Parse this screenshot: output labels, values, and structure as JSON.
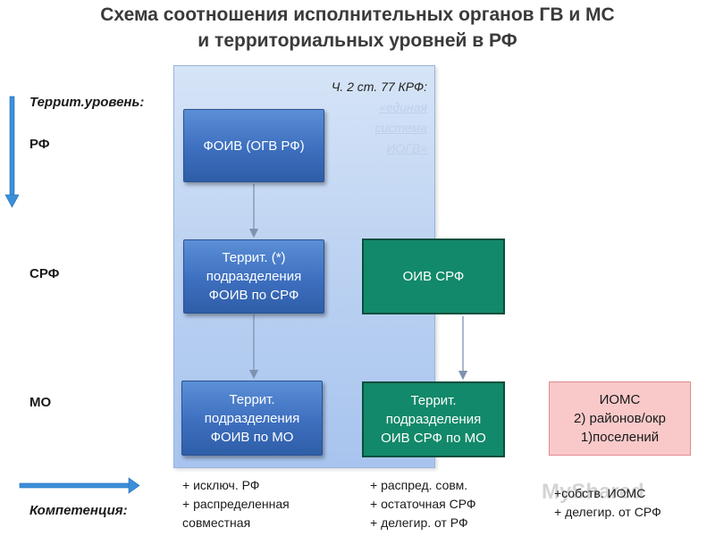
{
  "title": {
    "line1": "Схема соотношения исполнительных органов ГВ и МС",
    "line2": "и территориальных уровней в РФ"
  },
  "levels": {
    "header": "Террит.уровень:",
    "rf": "РФ",
    "srf": "СРФ",
    "mo": "МО",
    "competence": "Компетенция:"
  },
  "panel_note": {
    "line1": "Ч. 2 ст. 77 КРФ:",
    "line2": "«единая",
    "line3": "система",
    "line4": "ИОГВ»"
  },
  "boxes": {
    "foiv": "ФОИВ (ОГВ РФ)",
    "foiv_srf": [
      "Террит. (*)",
      "подразделения",
      "ФОИВ по СРФ"
    ],
    "foiv_mo": [
      "Террит.",
      "подразделения",
      "ФОИВ по МО"
    ],
    "oiv_srf": "ОИВ СРФ",
    "oiv_srf_mo": [
      "Террит.",
      "подразделения",
      "ОИВ СРФ по МО"
    ],
    "ioms": [
      "ИОМС",
      "2) районов/окр",
      "1)поселений"
    ]
  },
  "competence": {
    "rf": [
      "+ исключ. РФ",
      "+ распределенная",
      "совместная"
    ],
    "srf": [
      "+ распред. совм.",
      "+ остаточная СРФ",
      "+ делегир. от РФ"
    ],
    "mo": [
      "+собств. ИОМС",
      "+ делегир. от СРФ"
    ]
  },
  "watermark": "MyShared",
  "colors": {
    "title": "#3a3a3a",
    "blue_box": "#3d6fbf",
    "green_box": "#12896a",
    "pink_box": "#f9c9c9",
    "panel": "#b9d0f1",
    "arrow": "#3b8fd9"
  }
}
